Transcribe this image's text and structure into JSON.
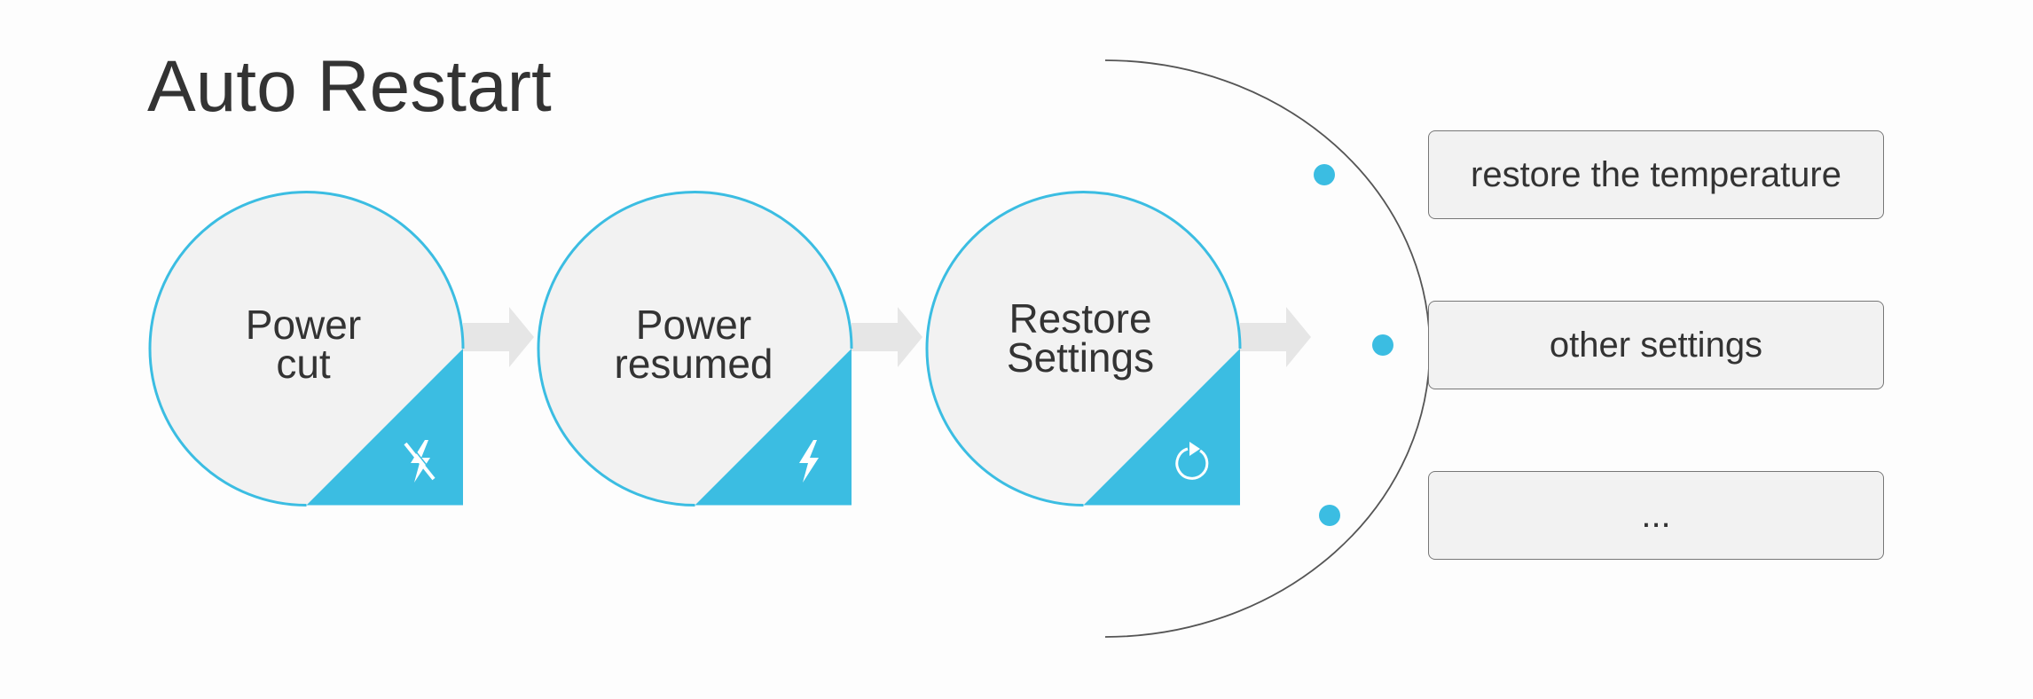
{
  "title": "Auto Restart",
  "colors": {
    "accent": "#3bbde2",
    "circle_fill": "#f2f2f2",
    "arrow": "#e6e6e6",
    "text": "#333333"
  },
  "steps": [
    {
      "lines": [
        "Power",
        "cut"
      ],
      "icon": "power-off-icon"
    },
    {
      "lines": [
        "Power",
        "resumed"
      ],
      "icon": "lightning-icon"
    },
    {
      "lines": [
        "Restore",
        "Settings"
      ],
      "icon": "refresh-icon"
    }
  ],
  "options": [
    {
      "label": "restore the temperature"
    },
    {
      "label": "other settings"
    },
    {
      "label": "..."
    }
  ]
}
